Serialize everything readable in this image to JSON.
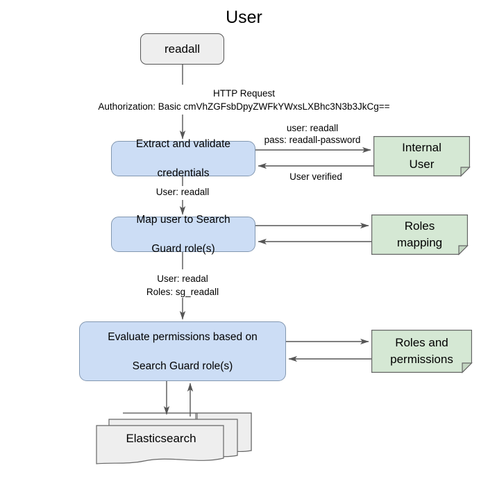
{
  "diagram": {
    "title": "User",
    "actor": {
      "label": "readall"
    },
    "request": {
      "line1": "HTTP Request",
      "line2": "Authorization: Basic cmVhZGFsbDpyZWFkYWxsLXBhc3N3b3JkCg=="
    },
    "steps": [
      {
        "id": "extract",
        "line1": "Extract and validate",
        "line2": "credentials"
      },
      {
        "id": "map",
        "line1": "Map user to Search",
        "line2": "Guard role(s)"
      },
      {
        "id": "evaluate",
        "line1": "Evaluate permissions based on",
        "line2": "Search Guard role(s)"
      }
    ],
    "notes": [
      {
        "id": "internal-user",
        "line1": "Internal",
        "line2": "User"
      },
      {
        "id": "roles-mapping",
        "line1": "Roles",
        "line2": "mapping"
      },
      {
        "id": "roles-and-permissions",
        "line1": "Roles and",
        "line2": "permissions"
      }
    ],
    "datastore": {
      "label": "Elasticsearch"
    },
    "edge_labels": {
      "to_internal_user_1": "user: readall",
      "to_internal_user_2": "pass: readall-password",
      "from_internal_user": "User verified",
      "extract_to_map": "User: readall",
      "map_to_evaluate_1": "User: readal",
      "map_to_evaluate_2": "Roles: sg_readall"
    },
    "colors": {
      "process_fill": "#ccddf5",
      "process_stroke": "#8297b0",
      "note_fill": "#d5e8d4",
      "note_stroke": "#666666",
      "actor_fill": "#eeeeee",
      "actor_stroke": "#555555",
      "datastore_fill": "#eeeeee",
      "datastore_stroke": "#666666",
      "line": "#555555",
      "text": "#000000"
    }
  }
}
